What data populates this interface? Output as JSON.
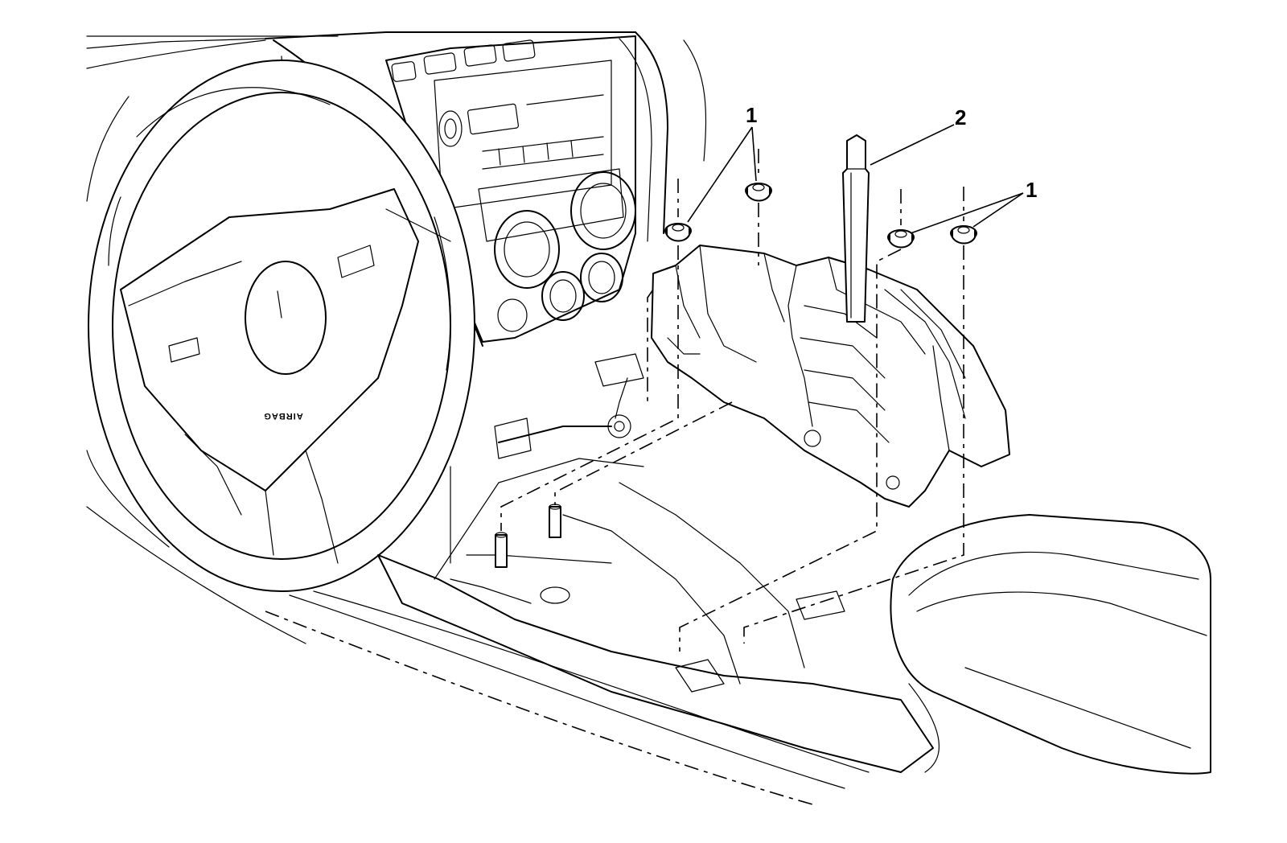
{
  "callouts": {
    "nut_label_left": "1",
    "column_label": "2",
    "nut_label_right": "1"
  },
  "airbag_marking": "AIRBAG"
}
